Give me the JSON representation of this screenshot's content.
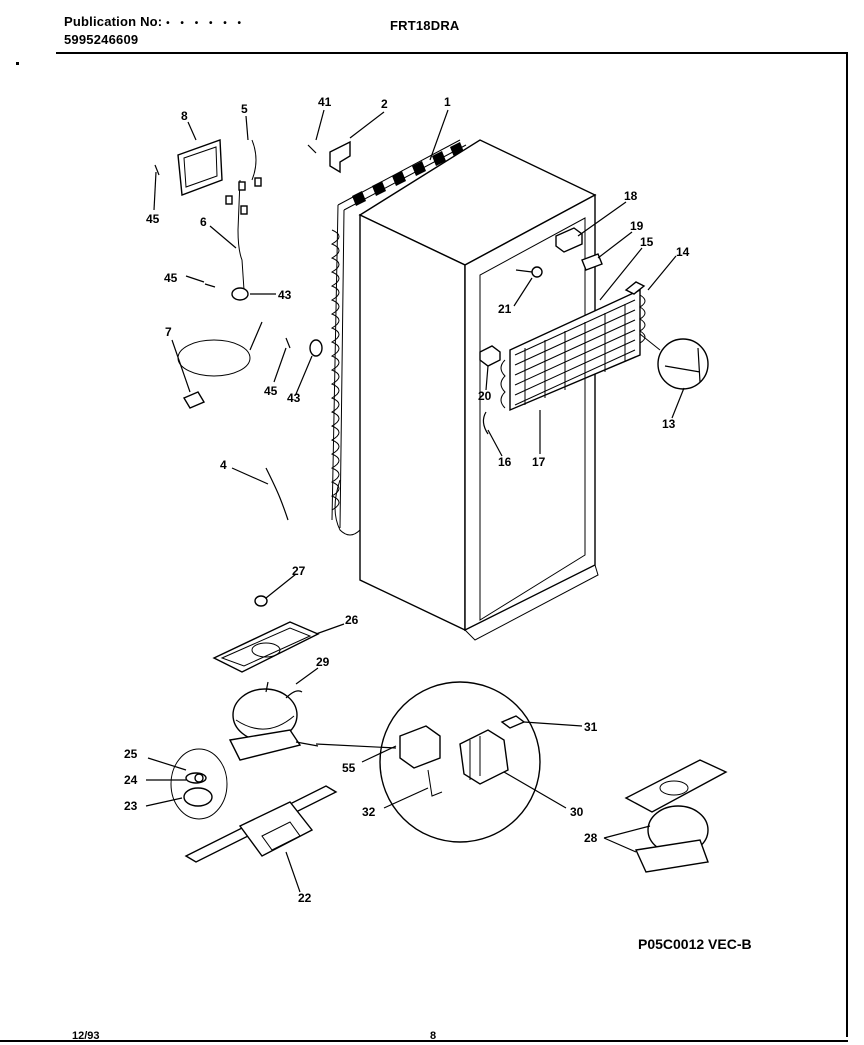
{
  "header": {
    "publication_label": "Publication No:",
    "publication_number": "5995246609",
    "model": "FRT18DRA"
  },
  "drawing_id": "P05C0012 VEC-B",
  "footer": {
    "date": "12/93",
    "page": "8"
  },
  "callouts": {
    "c1": "1",
    "c2": "2",
    "c4": "4",
    "c5": "5",
    "c6": "6",
    "c7": "7",
    "c8": "8",
    "c13": "13",
    "c14": "14",
    "c15": "15",
    "c16": "16",
    "c17": "17",
    "c18": "18",
    "c19": "19",
    "c20": "20",
    "c21": "21",
    "c22": "22",
    "c23": "23",
    "c24": "24",
    "c25": "25",
    "c26": "26",
    "c27": "27",
    "c28": "28",
    "c29": "29",
    "c30": "30",
    "c31": "31",
    "c32": "32",
    "c41": "41",
    "c43a": "43",
    "c43b": "43",
    "c45a": "45",
    "c45b": "45",
    "c45c": "45",
    "c55": "55"
  }
}
